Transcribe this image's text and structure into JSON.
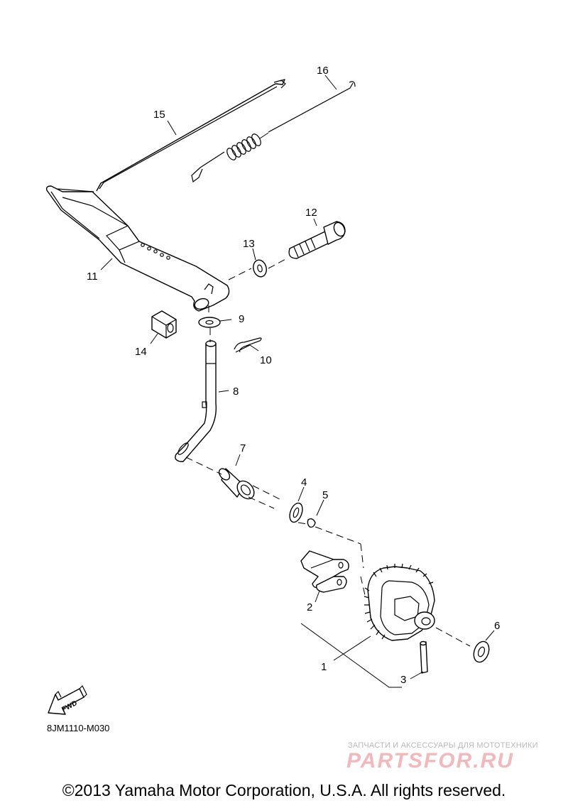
{
  "diagram": {
    "callouts": {
      "c1": "1",
      "c2": "2",
      "c3": "3",
      "c4": "4",
      "c5": "5",
      "c6": "6",
      "c7": "7",
      "c8": "8",
      "c9": "9",
      "c10": "10",
      "c11": "11",
      "c12": "12",
      "c13": "13",
      "c14": "14",
      "c15": "15",
      "c16": "16"
    },
    "fwd_label": "FWD",
    "drawing_code": "8JM1110-M030"
  },
  "watermark": {
    "subtitle": "ЗАПЧАСТИ И АКСЕССУАРЫ ДЛЯ МОТОТЕХНИКИ",
    "brand": "PARTSFOR.RU"
  },
  "footer": {
    "copyright": "©2013 Yamaha Motor Corporation, U.S.A. All rights reserved."
  }
}
